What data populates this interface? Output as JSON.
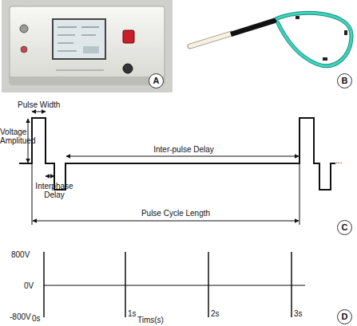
{
  "diagram": {
    "nodes": [
      {
        "text": [
          "A"
        ]
      },
      {
        "text": [
          "B"
        ]
      },
      {
        "text": [
          "C"
        ]
      },
      {
        "text": [
          "D"
        ]
      }
    ],
    "labels": [
      "Pulse Width",
      "Voltage Amplitued",
      "Interphase Delay",
      "Inter-pulse Delay",
      "Pulse Cycle Length",
      "...",
      "800V",
      "0V",
      "-800V",
      "0s",
      "1s",
      "2s",
      "3s",
      "Tims(s)"
    ]
  }
}
